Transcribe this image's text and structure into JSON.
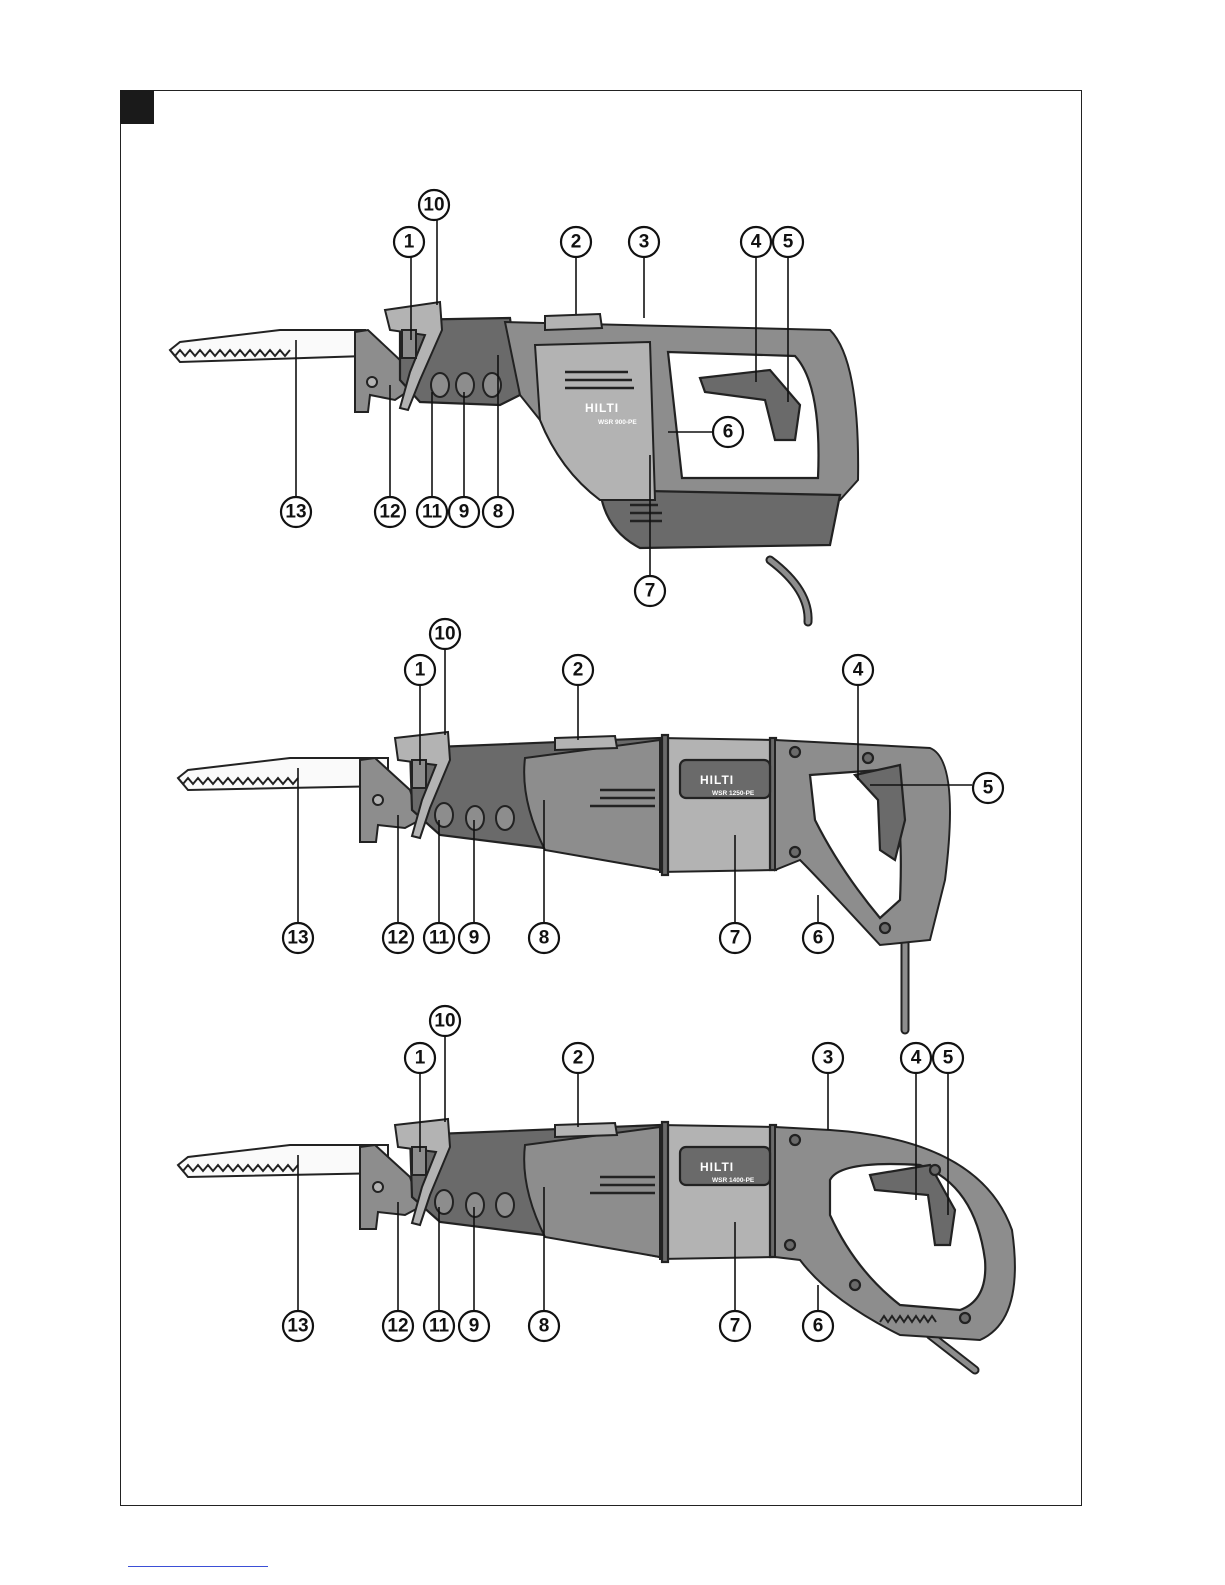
{
  "callouts": {
    "c1": "1",
    "c2": "2",
    "c3": "3",
    "c4": "4",
    "c5": "5",
    "c6": "6",
    "c7": "7",
    "c8": "8",
    "c9": "9",
    "c10": "10",
    "c11": "11",
    "c12": "12",
    "c13": "13"
  },
  "tools": [
    {
      "logo": "HILTI",
      "model": "WSR 900-PE"
    },
    {
      "logo": "HILTI",
      "model": "WSR 1250-PE"
    },
    {
      "logo": "HILTI",
      "model": "WSR 1400-PE"
    }
  ],
  "colors": {
    "body_dark": "#6a6a6a",
    "body_mid": "#8d8d8d",
    "body_light": "#b3b3b3",
    "outline": "#222222",
    "corner_tab": "#1a1a1a",
    "footer_link": "#3b4fd6"
  },
  "icons": {
    "corner_tab": "black-square-tab",
    "footer": "link-underline"
  }
}
